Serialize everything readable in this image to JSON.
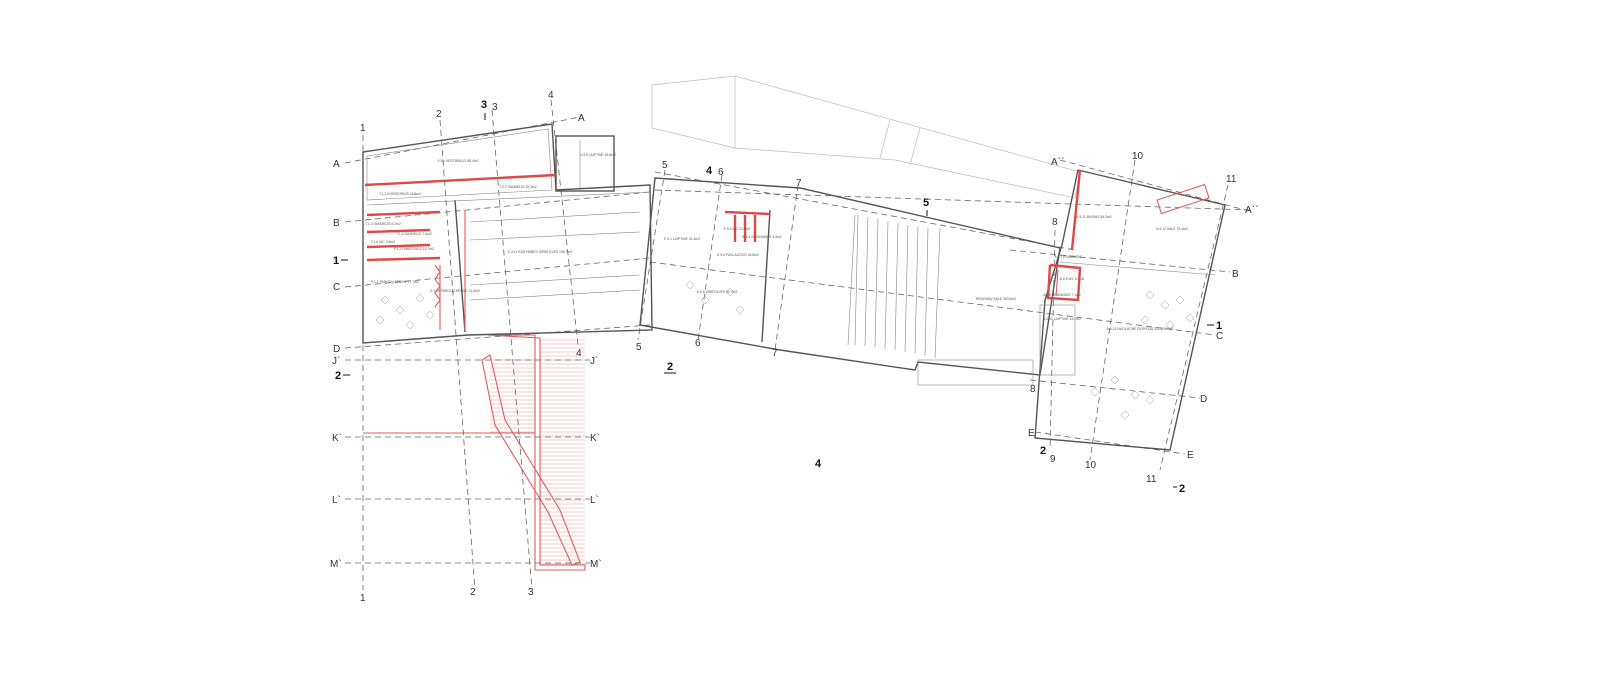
{
  "plan": {
    "gridlines": {
      "left_block": {
        "col_1": "1",
        "col_2": "2",
        "col_3": "3",
        "col_4": "4",
        "row_a": "A",
        "row_b": "B",
        "row_c": "C",
        "row_d": "D",
        "row_j": "J`",
        "row_k": "K`",
        "row_l": "L`",
        "row_m": "M`"
      },
      "middle_block": {
        "col_5": "5",
        "col_6": "6",
        "col_7": "7"
      },
      "right_block": {
        "col_8": "8",
        "col_9": "9",
        "col_10": "10",
        "col_11": "11",
        "row_a": "A``",
        "row_b": "B",
        "row_c": "C",
        "row_d": "D",
        "row_e": "E"
      }
    },
    "section_markers": {
      "s1_left": "1",
      "s1_right": "1",
      "s2_left": "2",
      "s2_mid": "2",
      "s2_bottom": "2",
      "s2_right": "2",
      "s3": "3",
      "s4_top": "4",
      "s4_bottom": "4",
      "s5": "5"
    },
    "rooms": [
      {
        "id": "r1",
        "label": "V.3.1 VESTIBIULIS 88.4m2"
      },
      {
        "id": "r2",
        "label": "V.3.9 LAIPTINĖ 18.8m2"
      },
      {
        "id": "r3",
        "label": "T.1.2 KORIDORIUS 18.8m2"
      },
      {
        "id": "r4",
        "label": "T.2.2 SANDĖLIS 39.3m2"
      },
      {
        "id": "r5",
        "label": "T.1.3 SANDĖLIS 5.2m2"
      },
      {
        "id": "r6",
        "label": "T.1.4 SANDĖLIS 7.6m2"
      },
      {
        "id": "r7",
        "label": "T.1.6 WC 3.5m2"
      },
      {
        "id": "r8",
        "label": "P.1.2 DIRBTUVĖS 14.7m2"
      },
      {
        "id": "r9",
        "label": "P.1.1 PARODŲ ERDVĖ 77.7m2"
      },
      {
        "id": "r10",
        "label": "Z.1.10 PARODŲ ERDVĖ 21.6m2"
      },
      {
        "id": "r11",
        "label": "K.3.11 KŪRYBINĖS DIRBTUVĖS 196.7m2"
      },
      {
        "id": "r12",
        "label": "K.5.1 LAIPTINĖ 31.4m2"
      },
      {
        "id": "r13",
        "label": "K.5.3 WC 12.9m2"
      },
      {
        "id": "r14",
        "label": "K.5.4 GYVENIMAS 4.4m2"
      },
      {
        "id": "r15",
        "label": "K.5.6 PASLAUGOS 26.8m2"
      },
      {
        "id": "r16",
        "label": "K.5.5 DIRBTUVĖS 90.7m2"
      },
      {
        "id": "r17",
        "label": "RENGINIŲ SALĖ 363.6m2"
      },
      {
        "id": "r18",
        "label": "A.5.11 BIURAS 55.3m2"
      },
      {
        "id": "r19",
        "label": "A.5.12 SALĖ 75.4m2"
      },
      {
        "id": "r20",
        "label": "A.5.7 PRIEANGIS"
      },
      {
        "id": "r21",
        "label": "A.5.8 WC 5.1m2"
      },
      {
        "id": "r22",
        "label": "A.5.9 PRIEANGIS 7.1m2"
      },
      {
        "id": "r23",
        "label": "A.5.10 LAIPTINĖ 18.1m2"
      },
      {
        "id": "r24",
        "label": "A.5.13 NUOLATINĖ EKSPOZICIJA 300.7m2"
      }
    ],
    "colors": {
      "wall": "#555555",
      "grid": "#666666",
      "new_red": "#e25b5b",
      "ghost": "#bbbbbb"
    }
  }
}
